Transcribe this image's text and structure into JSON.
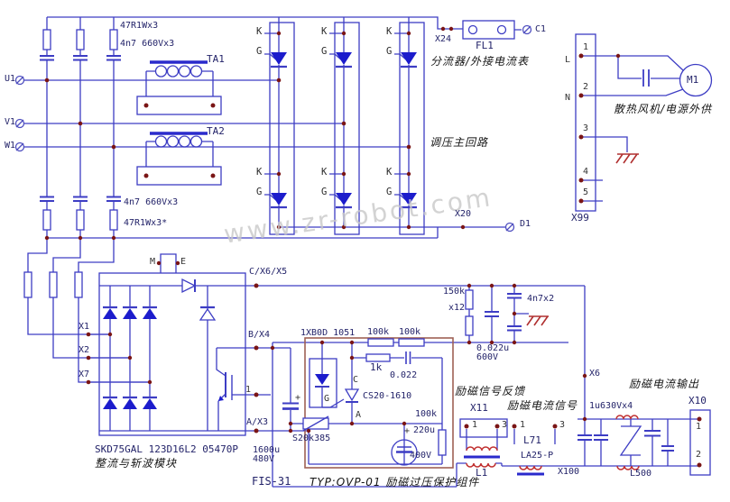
{
  "watermark": "www.zr-robot.com",
  "colors": {
    "wire": "#3d3dc4",
    "device": "#1c1ccc",
    "dot": "#7a1515",
    "coil": "#c03030",
    "ovp_box": "#9e6055",
    "ground": "#b03030",
    "watermark": "#c9c9c9"
  },
  "input": {
    "u1": "U1",
    "v1": "V1",
    "w1": "W1",
    "r_top": "47R1Wx3",
    "c_top": "4n7 660Vx3",
    "ta1": "TA1",
    "ta2": "TA2",
    "c_bot": "4n7 660Vx3",
    "r_bot": "47R1Wx3*"
  },
  "chopper": {
    "k": "K",
    "g": "G",
    "x24": "X24",
    "fl1": "FL1",
    "c1": "C1",
    "note_shunt": "分流器/外接电流表",
    "note_main": "调压主回路",
    "x20": "X20",
    "d1": "D1"
  },
  "fan": {
    "x99": "X99",
    "l": "L",
    "n": "N",
    "m1": "M1",
    "pins": [
      "1",
      "2",
      "3",
      "4",
      "5"
    ],
    "note": "散热风机/电源外供"
  },
  "rect": {
    "m": "M",
    "e": "E",
    "cx6x5": "C/X6/X5",
    "x1": "X1",
    "x2": "X2",
    "x7": "X7",
    "bx4": "B/X4",
    "pin1": "1",
    "ax3": "A/X3",
    "part": "SKD75GAL 123D16L2 05470P",
    "name": "整流与斩波模块",
    "c1600": "1600u",
    "v480": "480V",
    "plus": "+"
  },
  "ovp": {
    "fis": "FIS-31",
    "typ": "TYP:OVP-01 励磁过压保护组件",
    "zn": "1XB0D 1051",
    "r1": "100k",
    "r2": "100k",
    "r3": "1k",
    "c1": "0.022",
    "g": "G",
    "c": "C",
    "scr": "CS20-1610",
    "a": "A",
    "var": "S20k385",
    "c2": "220u",
    "v2": "400V",
    "plus": "+",
    "r4": "100k"
  },
  "div": {
    "r": "150k",
    "rx": "x12",
    "c": "0.022u",
    "cv": "600V",
    "c2": "4n7x2",
    "x6": "X6"
  },
  "fb": {
    "note": "励磁信号反馈",
    "x11": "X11",
    "p1": "1",
    "p3": "3",
    "l1": "L1",
    "note2": "励磁电流信号",
    "lp1": "1",
    "lp3": "3",
    "l71": "L71",
    "la": "LA25-P"
  },
  "out": {
    "note": "励磁电流输出",
    "x10": "X10",
    "p1": "1",
    "p2": "2",
    "cap": "1u630Vx4",
    "l500": "L500",
    "x100": "X100"
  }
}
